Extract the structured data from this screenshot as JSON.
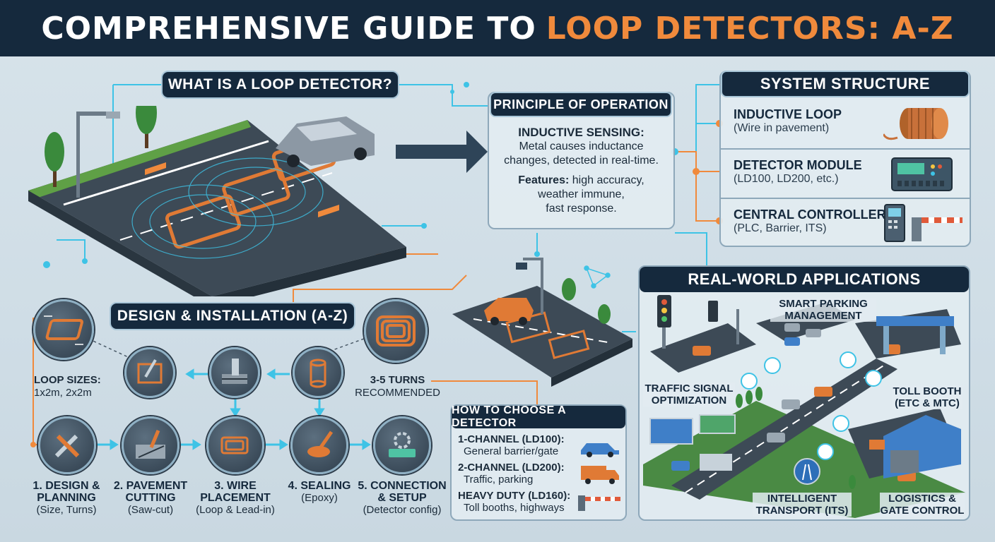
{
  "title": {
    "main": "COMPREHENSIVE GUIDE TO",
    "highlight": "LOOP DETECTORS: A-Z"
  },
  "what_is": {
    "heading": "WHAT IS A LOOP DETECTOR?"
  },
  "principle": {
    "heading": "PRINCIPLE OF OPERATION",
    "sensing_label": "INDUCTIVE SENSING:",
    "sensing_text_1": "Metal causes inductance",
    "sensing_text_2": "changes, detected in real-time.",
    "features_label": "Features:",
    "features_text_1": "high accuracy,",
    "features_text_2": "weather immune,",
    "features_text_3": "fast response."
  },
  "system": {
    "heading": "SYSTEM STRUCTURE",
    "items": [
      {
        "title": "INDUCTIVE LOOP",
        "desc": "(Wire in pavement)",
        "icon": "wire-coil-icon"
      },
      {
        "title": "DETECTOR MODULE",
        "desc": "(LD100, LD200, etc.)",
        "icon": "detector-module-icon"
      },
      {
        "title": "CENTRAL CONTROLLER",
        "desc": "(PLC, Barrier, ITS)",
        "icon": "controller-barrier-icon"
      }
    ]
  },
  "design": {
    "heading": "DESIGN & INSTALLATION (A-Z)",
    "loop_sizes_label": "LOOP SIZES:",
    "loop_sizes_value": "1x2m, 2x2m",
    "turns_label": "3-5 TURNS",
    "turns_sub": "RECOMMENDED",
    "steps": [
      {
        "title_1": "1. DESIGN &",
        "title_2": "PLANNING",
        "sub": "(Size, Turns)"
      },
      {
        "title_1": "2. PAVEMENT",
        "title_2": "CUTTING",
        "sub": "(Saw-cut)"
      },
      {
        "title_1": "3. WIRE",
        "title_2": "PLACEMENT",
        "sub": "(Loop & Lead-in)"
      },
      {
        "title_1": "4. SEALING",
        "title_2": "",
        "sub": "(Epoxy)"
      },
      {
        "title_1": "5. CONNECTION",
        "title_2": "& SETUP",
        "sub": "(Detector config)"
      }
    ]
  },
  "choose": {
    "heading": "HOW TO CHOOSE A DETECTOR",
    "items": [
      {
        "title": "1-CHANNEL (LD100):",
        "desc": "General barrier/gate",
        "icon": "car-icon"
      },
      {
        "title": "2-CHANNEL (LD200):",
        "desc": "Traffic, parking",
        "icon": "truck-icon"
      },
      {
        "title": "HEAVY DUTY (LD160):",
        "desc": "Toll booths, highways",
        "icon": "barrier-gate-icon"
      }
    ]
  },
  "applications": {
    "heading": "REAL-WORLD APPLICATIONS",
    "labels": {
      "parking_1": "SMART PARKING",
      "parking_2": "MANAGEMENT",
      "traffic_1": "TRAFFIC SIGNAL",
      "traffic_2": "OPTIMIZATION",
      "toll_1": "TOLL BOOTH",
      "toll_2": "(ETC & MTC)",
      "its_1": "INTELLIGENT",
      "its_2": "TRANSPORT (ITS)",
      "logistics_1": "LOGISTICS &",
      "logistics_2": "GATE CONTROL"
    }
  },
  "colors": {
    "navy": "#15293d",
    "orange": "#f08a3c",
    "cyan": "#3ec3e6",
    "panel": "#e2ebf1"
  }
}
